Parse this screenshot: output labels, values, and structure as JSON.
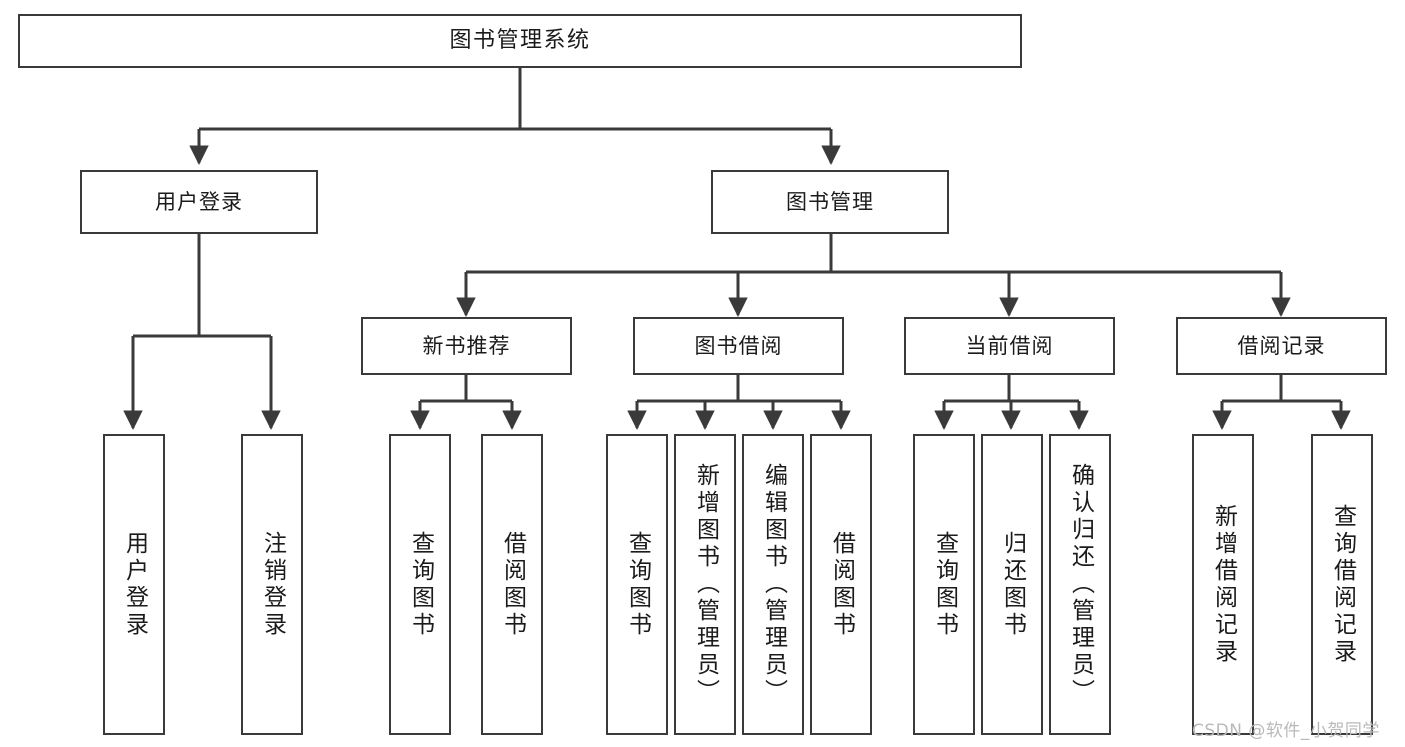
{
  "diagram": {
    "type": "tree-hierarchy",
    "title": "图书管理系统",
    "root": {
      "id": "root",
      "label": "图书管理系统"
    },
    "level2": [
      {
        "id": "user-login",
        "label": "用户登录"
      },
      {
        "id": "book-manage",
        "label": "图书管理"
      }
    ],
    "level3": [
      {
        "id": "new-book-recommend",
        "label": "新书推荐",
        "parent": "book-manage"
      },
      {
        "id": "book-borrow",
        "label": "图书借阅",
        "parent": "book-manage"
      },
      {
        "id": "current-borrow",
        "label": "当前借阅",
        "parent": "book-manage"
      },
      {
        "id": "borrow-record",
        "label": "借阅记录",
        "parent": "book-manage"
      }
    ],
    "leaves": [
      {
        "id": "leaf-user-login",
        "label": "用户登录",
        "parent": "user-login"
      },
      {
        "id": "leaf-logout-login",
        "label": "注销登录",
        "parent": "user-login"
      },
      {
        "id": "leaf-query-book-1",
        "label": "查询图书",
        "parent": "new-book-recommend"
      },
      {
        "id": "leaf-borrow-book-1",
        "label": "借阅图书",
        "parent": "new-book-recommend"
      },
      {
        "id": "leaf-query-book-2",
        "label": "查询图书",
        "parent": "book-borrow"
      },
      {
        "id": "leaf-add-book",
        "label": "新增图书（管理员）",
        "parent": "book-borrow"
      },
      {
        "id": "leaf-edit-book",
        "label": "编辑图书（管理员）",
        "parent": "book-borrow"
      },
      {
        "id": "leaf-borrow-book-2",
        "label": "借阅图书",
        "parent": "book-borrow"
      },
      {
        "id": "leaf-query-book-3",
        "label": "查询图书",
        "parent": "current-borrow"
      },
      {
        "id": "leaf-return-book",
        "label": "归还图书",
        "parent": "current-borrow"
      },
      {
        "id": "leaf-confirm-return",
        "label": "确认归还（管理员）",
        "parent": "current-borrow"
      },
      {
        "id": "leaf-add-record",
        "label": "新增借阅记录",
        "parent": "borrow-record"
      },
      {
        "id": "leaf-query-record",
        "label": "查询借阅记录",
        "parent": "borrow-record"
      }
    ],
    "colors": {
      "stroke": "#3a3a3a",
      "background": "#ffffff",
      "text": "#1b1b1b",
      "watermark": "#b9b9b9"
    }
  },
  "watermark": {
    "text": "CSDN @软件_小贺同学"
  }
}
